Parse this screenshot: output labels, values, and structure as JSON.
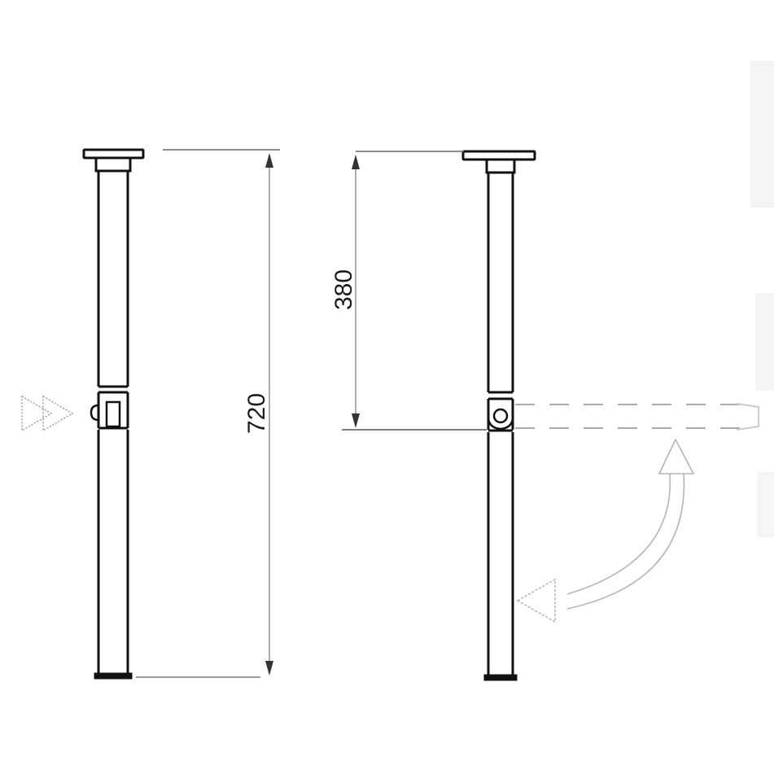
{
  "diagram": {
    "type": "technical-drawing",
    "subject": "folding table leg",
    "views": [
      {
        "id": "left",
        "label": "extended leg with push-button lock"
      },
      {
        "id": "right",
        "label": "leg with folding hinge"
      }
    ],
    "dimensions": {
      "total_height": "720",
      "hinge_height": "380"
    },
    "annotations": {
      "push_direction_icon": "double-chevron-right",
      "fold_direction_icon": "curved-double-arrow"
    },
    "colors": {
      "line": "#111111",
      "dim_line": "#555555",
      "ghost": "#bdbdbd",
      "background": "#ffffff"
    }
  }
}
